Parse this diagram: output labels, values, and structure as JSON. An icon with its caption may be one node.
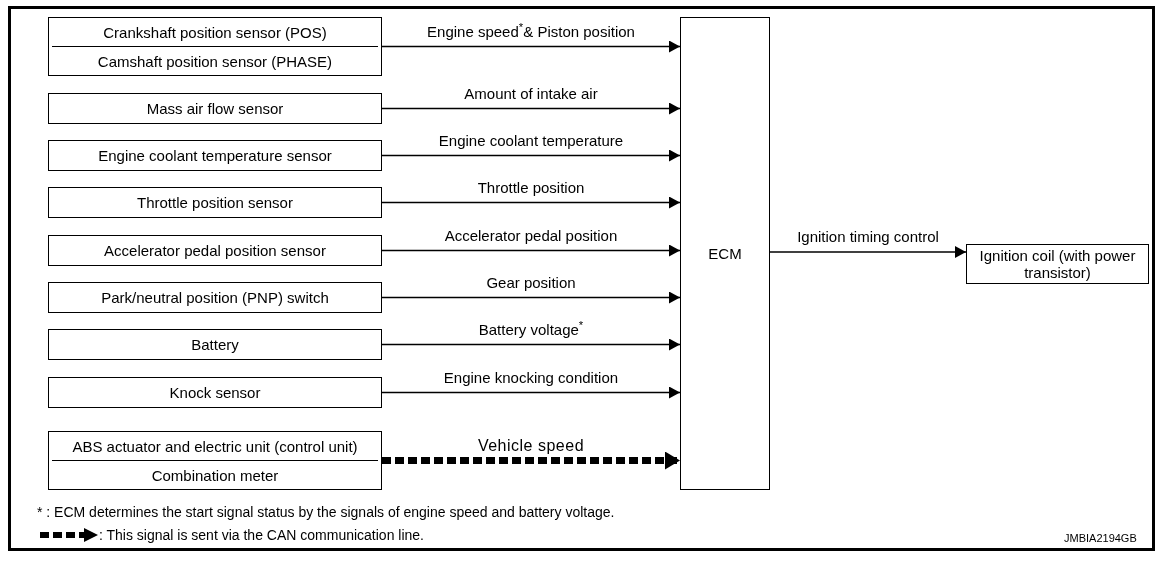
{
  "diagram": {
    "nodes": [
      {
        "text": [
          "Crankshaft position sensor (POS)",
          "Camshaft position sensor (PHASE)"
        ]
      },
      {
        "text": [
          "Mass air flow sensor"
        ]
      },
      {
        "text": [
          "Engine coolant temperature sensor"
        ]
      },
      {
        "text": [
          "Throttle position sensor"
        ]
      },
      {
        "text": [
          "Accelerator pedal position sensor"
        ]
      },
      {
        "text": [
          "Park/neutral position (PNP) switch"
        ]
      },
      {
        "text": [
          "Battery"
        ]
      },
      {
        "text": [
          "Knock sensor"
        ]
      },
      {
        "text": [
          "ABS actuator and electric unit (control unit)",
          "Combination meter"
        ]
      },
      {
        "text": [
          "ECM"
        ]
      },
      {
        "text": [
          "Ignition coil (with power transistor)"
        ]
      }
    ],
    "edges": [
      {
        "from": 0,
        "to": 9,
        "arrow": "to",
        "label": "Engine speed$^{*}$& Piston position"
      },
      {
        "from": 1,
        "to": 9,
        "arrow": "to",
        "label": "Amount of intake air"
      },
      {
        "from": 2,
        "to": 9,
        "arrow": "to",
        "label": "Engine coolant temperature"
      },
      {
        "from": 3,
        "to": 9,
        "arrow": "to",
        "label": "Throttle position"
      },
      {
        "from": 4,
        "to": 9,
        "arrow": "to",
        "label": "Accelerator pedal position"
      },
      {
        "from": 5,
        "to": 9,
        "arrow": "to",
        "label": "Gear position"
      },
      {
        "from": 6,
        "to": 9,
        "arrow": "to",
        "label": "Battery voltage$^{*}$"
      },
      {
        "from": 7,
        "to": 9,
        "arrow": "to",
        "label": "Engine knocking condition"
      },
      {
        "from": 8,
        "to": 9,
        "arrow": "to",
        "label": "Vehicle speed",
        "style": "dashed"
      },
      {
        "from": 9,
        "to": 10,
        "arrow": "to",
        "label": "Ignition timing control"
      }
    ],
    "labels": [
      "* : ECM determines the start signal status by the signals of engine speed and battery voltage.",
      "JMBIA2194GB"
    ],
    "legend": [
      {
        "text": ": This signal is sent via the CAN communication line."
      }
    ]
  }
}
